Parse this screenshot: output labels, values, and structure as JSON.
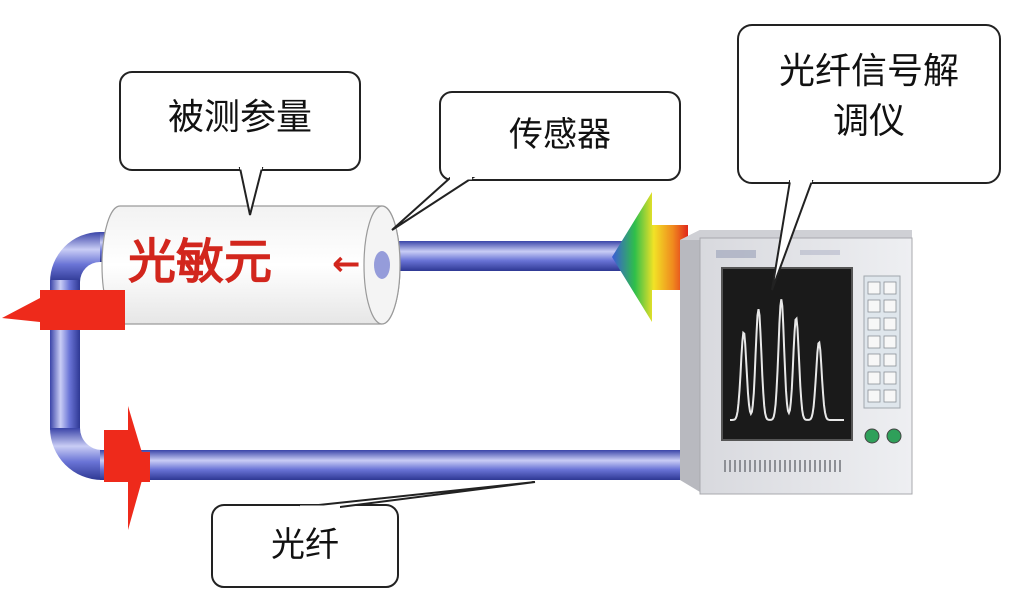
{
  "labels": {
    "measurand": "被测参量",
    "sensor": "传感器",
    "demodulator_line1": "光纤信号解",
    "demodulator_line2": "调仪",
    "fiber": "光纤",
    "photosensitive_element": "光敏元",
    "arrow_glyph": "←"
  },
  "colors": {
    "fiber": "#5560c8",
    "fiber_highlight": "#c9cdf5",
    "arrow": "#ee2a1b",
    "sensor_text": "#d2261d",
    "callout_border": "#222222",
    "instrument_body": "#e4e5e9",
    "screen": "#1a1a1a",
    "waveform": "#e8e8e8"
  },
  "waveform_peaks": [
    {
      "position": 0.12,
      "height": 0.62
    },
    {
      "position": 0.25,
      "height": 0.78
    },
    {
      "position": 0.45,
      "height": 0.85
    },
    {
      "position": 0.58,
      "height": 0.72
    },
    {
      "position": 0.78,
      "height": 0.55
    }
  ]
}
